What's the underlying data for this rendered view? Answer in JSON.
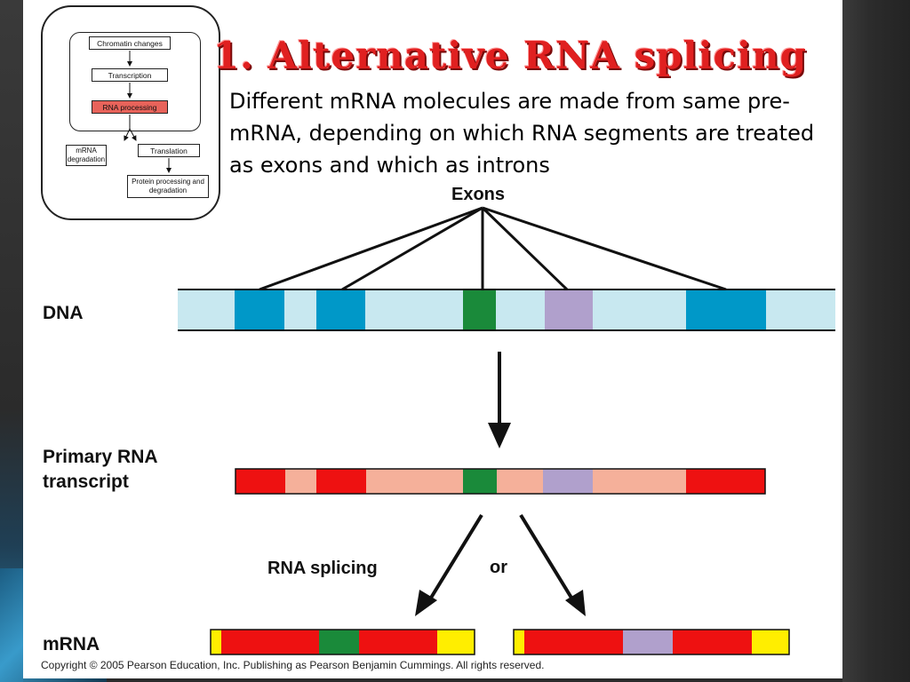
{
  "title": "1. Alternative RNA splicing",
  "subtitle": "Different mRNA molecules are made from same pre-mRNA, depending on which RNA segments are treated as exons and which as introns",
  "inset": {
    "chromatin": "Chromatin changes",
    "transcription": "Transcription",
    "rna_processing": "RNA processing",
    "mrna_degradation": "mRNA degradation",
    "translation": "Translation",
    "protein_processing": "Protein processing and degradation"
  },
  "labels": {
    "exons": "Exons",
    "dna": "DNA",
    "primary_rna_transcript": "Primary RNA transcript",
    "rna_splicing": "RNA splicing",
    "or": "or",
    "mrna": "mRNA"
  },
  "copyright": "Copyright © 2005 Pearson Education, Inc. Publishing as Pearson Benjamin Cummings. All rights reserved.",
  "colors": {
    "exon_blue": "#0098c8",
    "intron_light_blue": "#c8e8f0",
    "exon_green": "#1a8a3a",
    "exon_purple": "#b0a0cc",
    "rna_red": "#ee1111",
    "rna_salmon": "#f5b09a",
    "utr_yellow": "#ffee00",
    "title_red": "#e02020"
  }
}
